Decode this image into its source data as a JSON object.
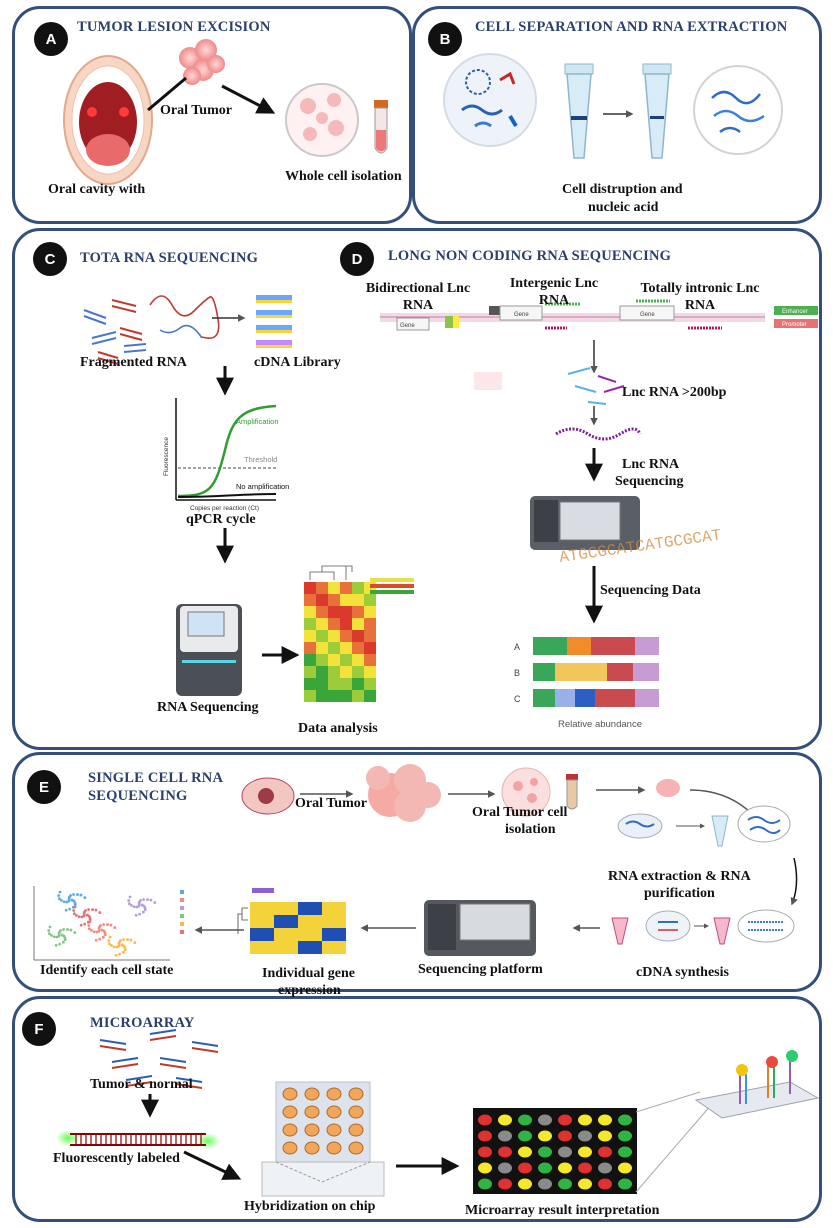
{
  "panels": {
    "a": {
      "badge": "A",
      "title": "TUMOR LESION EXCISION",
      "labels": {
        "oral_tumor": "Oral Tumor",
        "oral_cavity": "Oral cavity with",
        "whole_cell": "Whole cell isolation"
      }
    },
    "b": {
      "badge": "B",
      "title": "CELL SEPARATION AND RNA EXTRACTION",
      "labels": {
        "disruption_1": "Cell distruption and",
        "disruption_2": "nucleic acid"
      }
    },
    "c": {
      "badge": "C",
      "title": "TOTA RNA SEQUENCING",
      "labels": {
        "fragmented": "Fragmented RNA",
        "cdna_library": "cDNA Library",
        "qpcr": "qPCR cycle",
        "rna_seq": "RNA Sequencing",
        "data_analysis": "Data analysis"
      },
      "qpcr_plot": {
        "amplification": "Amplification",
        "threshold": "Threshold",
        "no_amplification": "No amplification",
        "xlabel": "Copies per reaction (Ct)",
        "ylabel": "Fluorescence"
      }
    },
    "d": {
      "badge": "D",
      "title": "LONG NON CODING RNA SEQUENCING",
      "labels": {
        "bidirectional": "Bidirectional Lnc RNA",
        "intergenic": "Intergenic  Lnc RNA",
        "intronic": "Totally intronic  Lnc RNA",
        "lnc_size": "Lnc RNA >200bp",
        "lnc_seq_1": "Lnc RNA",
        "lnc_seq_2": "Sequencing",
        "seq_data": "Sequencing Data"
      },
      "gene_track": {
        "gene": "Gene",
        "enhancer": "Enhancer",
        "promoter": "Promoter"
      },
      "abundance": {
        "rows": [
          "A",
          "B",
          "C"
        ],
        "xlabel": "Relative abundance"
      },
      "sequence_text": "ATGCGCATCATGCGCAT"
    },
    "e": {
      "badge": "E",
      "title_1": "SINGLE CELL RNA",
      "title_2": "SEQUENCING",
      "labels": {
        "oral_tumor": "Oral Tumor",
        "isolation_1": "Oral Tumor cell",
        "isolation_2": "isolation",
        "extraction_1": "RNA extraction & RNA",
        "extraction_2": "purification",
        "cdna": "cDNA synthesis",
        "platform": "Sequencing platform",
        "gene_expr_1": "Individual gene",
        "gene_expr_2": "expression",
        "cell_state": "Identify each cell state"
      }
    },
    "f": {
      "badge": "F",
      "title": "MICROARRAY",
      "labels": {
        "tumor_normal": "Tumor & normal",
        "fluorescent": "Fluorescently labeled",
        "hybridization": "Hybridization on chip",
        "interpretation": "Microarray result interpretation"
      }
    }
  },
  "colors": {
    "panel_border": "#34507a",
    "title_text": "#2a3f6b",
    "heat_red": "#d93a2b",
    "heat_yellow": "#f2e23a",
    "heat_green": "#3aa63a"
  }
}
